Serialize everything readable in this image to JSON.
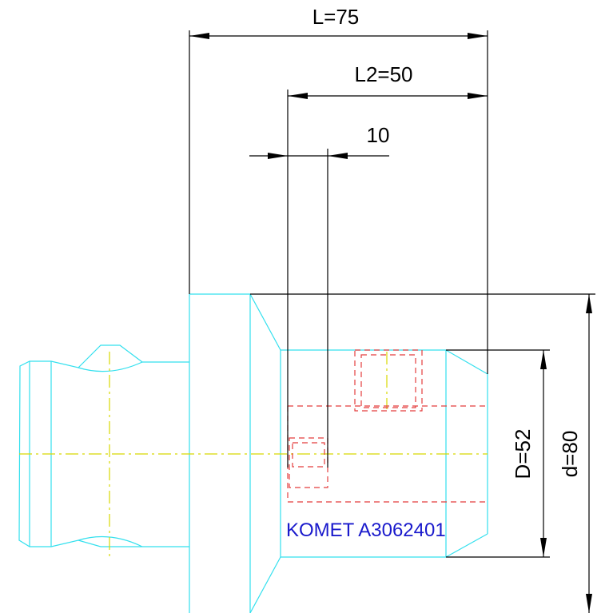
{
  "dimensions": {
    "overall_length": "L=75",
    "length_l2": "L2=50",
    "offset": "10",
    "bore_diameter": "D=52",
    "outer_diameter": "d=80"
  },
  "part_label": "KOMET A3062401",
  "colors": {
    "outline": "#33e0ee",
    "dimension": "#000000",
    "hidden": "#e43c3c",
    "centerline": "#d8d800",
    "label": "#1a1acc"
  }
}
